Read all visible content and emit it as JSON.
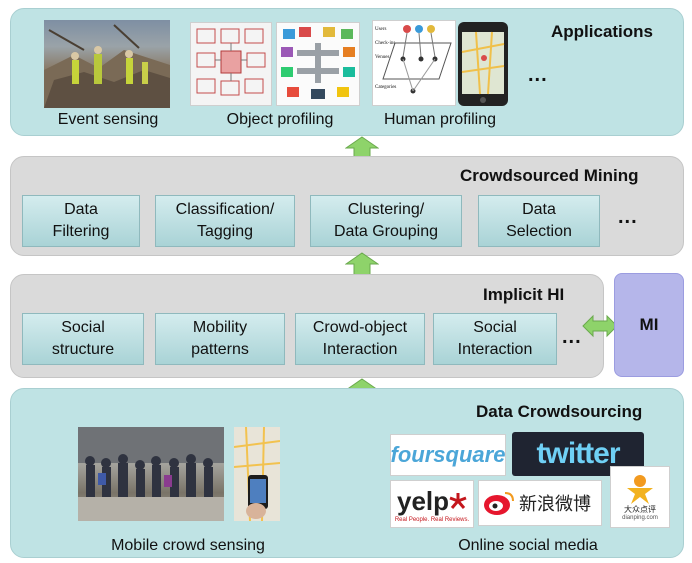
{
  "applications": {
    "title": "Applications",
    "captions": [
      "Event sensing",
      "Object profiling",
      "Human profiling"
    ],
    "dots": "...",
    "human_profiling_labels": [
      "Users",
      "Check-ins",
      "Venues",
      "Categories"
    ]
  },
  "mining": {
    "title": "Crowdsourced Mining",
    "boxes": [
      {
        "line1": "Data",
        "line2": "Filtering"
      },
      {
        "line1": "Classification/",
        "line2": "Tagging"
      },
      {
        "line1": "Clustering/",
        "line2": "Data Grouping"
      },
      {
        "line1": "Data",
        "line2": "Selection"
      }
    ],
    "dots": "..."
  },
  "implicit": {
    "title": "Implicit HI",
    "boxes": [
      {
        "line1": "Social",
        "line2": "structure"
      },
      {
        "line1": "Mobility",
        "line2": "patterns"
      },
      {
        "line1": "Crowd-object",
        "line2": "Interaction"
      },
      {
        "line1": "Social",
        "line2": "Interaction"
      }
    ],
    "dots": "...",
    "mi_label": "MI"
  },
  "crowdsourcing": {
    "title": "Data Crowdsourcing",
    "captions": [
      "Mobile crowd sensing",
      "Online social media"
    ],
    "logos": {
      "foursquare": "foursquare",
      "twitter": "twitter",
      "yelp": "yelp",
      "yelp_tagline": "Real People. Real Reviews.",
      "weibo": "新浪微博",
      "dianping": "大众点评",
      "dianping_url": "dianping.com"
    }
  },
  "colors": {
    "teal_layer": "#bfe3e4",
    "gray_layer": "#dadada",
    "arrow_green": "#8ed36a",
    "mi_purple": "#b5b6ea"
  }
}
